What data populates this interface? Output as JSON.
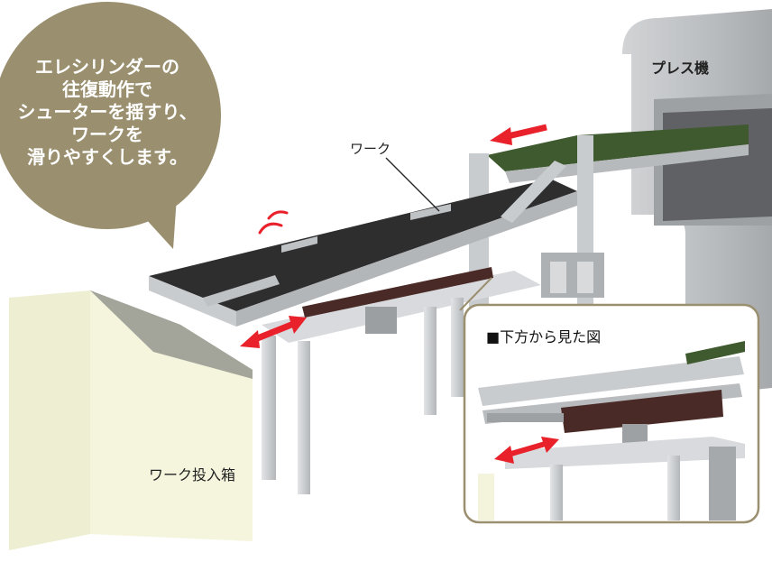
{
  "bubble": {
    "text": "エレシリンダーの\n往復動作で\nシューターを揺すり、\nワークを\n滑りやすくします。",
    "color": "#9a8f6e"
  },
  "labels": {
    "press_machine": "プレス機",
    "workpiece": "ワーク",
    "input_box": "ワーク投入箱"
  },
  "inset": {
    "title": "■下方から見た図"
  },
  "colors": {
    "arrow": "#e8212b",
    "belt": "#2e2e2e",
    "press_belt": "#3f5a2e",
    "frame": "#c9cccf",
    "box": "#f4f4dc",
    "cylinder": "#4a2a26"
  }
}
